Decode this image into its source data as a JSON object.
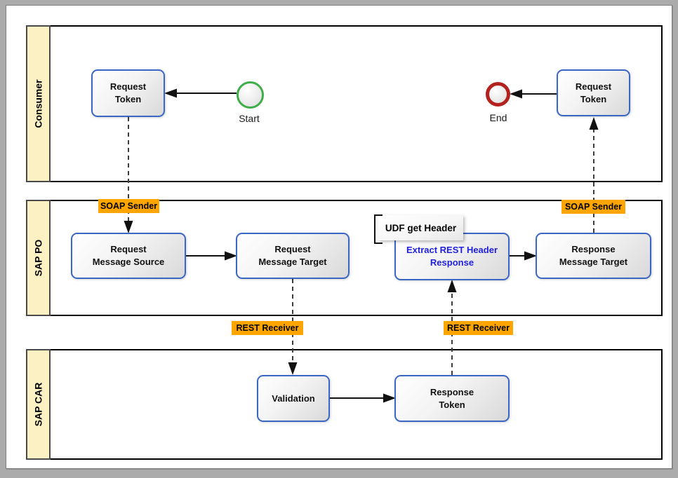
{
  "lanes": [
    {
      "label": "Consumer"
    },
    {
      "label": "SAP PO"
    },
    {
      "label": "SAP CAR"
    }
  ],
  "events": {
    "start": {
      "label": "Start"
    },
    "end": {
      "label": "End"
    }
  },
  "tasks": {
    "request_token_left": {
      "label": "Request\nToken"
    },
    "request_token_right": {
      "label": "Request\nToken"
    },
    "request_message_source": {
      "label": "Request\nMessage Source"
    },
    "request_message_target": {
      "label": "Request\nMessage Target"
    },
    "extract_rest_header": {
      "label": "Extract REST Header\nResponse"
    },
    "response_message_target": {
      "label": "Response\nMessage Target"
    },
    "validation": {
      "label": "Validation"
    },
    "response_token": {
      "label": "Response\nToken"
    }
  },
  "annotations": {
    "udf_note": {
      "label": "UDF get Header"
    }
  },
  "adapter_labels": {
    "soap_sender_left": {
      "label": "SOAP Sender"
    },
    "soap_sender_right": {
      "label": "SOAP Sender"
    },
    "rest_receiver_left": {
      "label": "REST Receiver"
    },
    "rest_receiver_right": {
      "label": "REST Receiver"
    }
  },
  "colors": {
    "canvas_bg": "#ABABAB",
    "page_bg": "#FFFFFF",
    "lane_band_bg": "#FBF1C3",
    "task_border": "#3A66C4",
    "adapter_bg": "#FFA500",
    "start_event_stroke": "#3FAE49",
    "end_event_stroke": "#B3221E",
    "extract_task_text": "#1F1FE0"
  }
}
